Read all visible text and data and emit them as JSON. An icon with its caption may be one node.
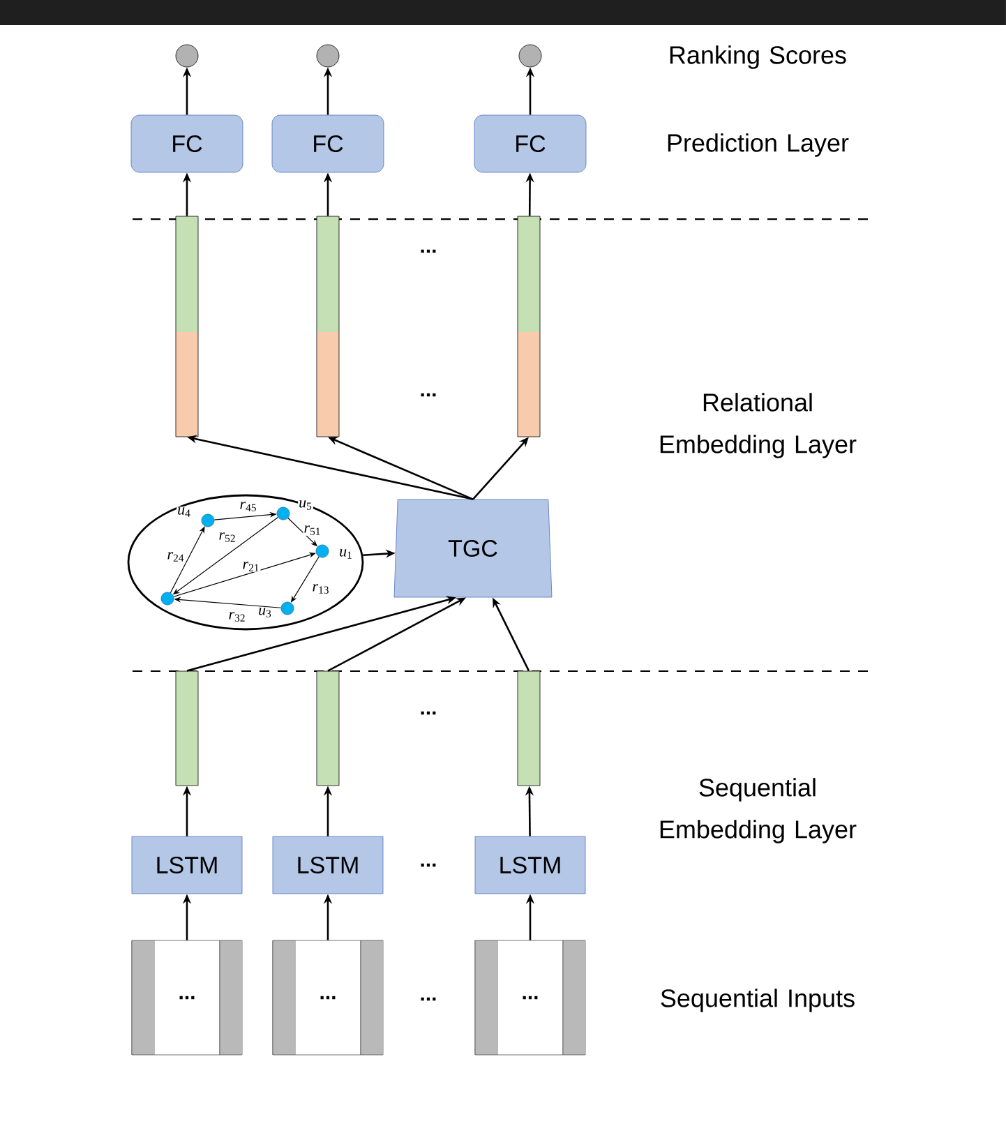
{
  "diagram": {
    "nodes": [
      {
        "text": [],
        "shape": "circle"
      },
      {
        "text": [],
        "shape": "circle"
      },
      {
        "text": [],
        "shape": "circle"
      },
      {
        "text": [
          "FC"
        ]
      },
      {
        "text": [
          "FC"
        ]
      },
      {
        "text": [
          "FC"
        ]
      },
      {
        "text": [],
        "shape": "bar"
      },
      {
        "text": [],
        "shape": "bar"
      },
      {
        "text": [],
        "shape": "bar"
      },
      {
        "text": [
          "TGC"
        ]
      },
      {
        "text": [],
        "shape": "ellipse"
      },
      {
        "text": [],
        "shape": "circle",
        "in": 10,
        "beside": [
          "*u*$_{4}$"
        ]
      },
      {
        "text": [],
        "shape": "circle",
        "in": 10,
        "beside": [
          "*u*$_{5}$"
        ]
      },
      {
        "text": [],
        "shape": "circle",
        "in": 10,
        "beside": [
          "*u*$_{1}$"
        ]
      },
      {
        "text": [],
        "shape": "circle",
        "in": 10
      },
      {
        "text": [],
        "shape": "circle",
        "in": 10,
        "beside": [
          "*u*$_{3}$"
        ]
      },
      {
        "text": [],
        "shape": "bar"
      },
      {
        "text": [],
        "shape": "bar"
      },
      {
        "text": [],
        "shape": "bar"
      },
      {
        "text": [
          "LSTM"
        ]
      },
      {
        "text": [
          "LSTM"
        ]
      },
      {
        "text": [
          "LSTM"
        ]
      },
      {
        "text": [
          "..."
        ]
      },
      {
        "text": [
          "..."
        ]
      },
      {
        "text": [
          "..."
        ]
      }
    ],
    "edges": [
      {
        "from": 3,
        "to": 0,
        "arrow": "to"
      },
      {
        "from": 4,
        "to": 1,
        "arrow": "to"
      },
      {
        "from": 5,
        "to": 2,
        "arrow": "to"
      },
      {
        "from": 6,
        "to": 3,
        "arrow": "to"
      },
      {
        "from": 7,
        "to": 4,
        "arrow": "to"
      },
      {
        "from": 8,
        "to": 5,
        "arrow": "to"
      },
      {
        "from": 9,
        "to": 6,
        "arrow": "to"
      },
      {
        "from": 9,
        "to": 7,
        "arrow": "to"
      },
      {
        "from": 9,
        "to": 8,
        "arrow": "to"
      },
      {
        "from": 10,
        "to": 9,
        "arrow": "to"
      },
      {
        "from": 11,
        "to": 12,
        "arrow": "to",
        "label": "*r*$_{45}$"
      },
      {
        "from": 12,
        "to": 13,
        "arrow": "to",
        "label": "*r*$_{51}$"
      },
      {
        "from": 12,
        "to": 14,
        "arrow": "to",
        "label": "*r*$_{52}$"
      },
      {
        "from": 14,
        "to": 13,
        "arrow": "to",
        "label": "*r*$_{21}$"
      },
      {
        "from": 14,
        "to": 11,
        "arrow": "to",
        "label": "*r*$_{24}$"
      },
      {
        "from": 13,
        "to": 15,
        "arrow": "to",
        "label": "*r*$_{13}$"
      },
      {
        "from": 15,
        "to": 14,
        "arrow": "to",
        "label": "*r*$_{32}$"
      },
      {
        "from": 16,
        "to": 9,
        "arrow": "to"
      },
      {
        "from": 17,
        "to": 9,
        "arrow": "to"
      },
      {
        "from": 18,
        "to": 9,
        "arrow": "to"
      },
      {
        "from": 19,
        "to": 16,
        "arrow": "to"
      },
      {
        "from": 20,
        "to": 17,
        "arrow": "to"
      },
      {
        "from": 21,
        "to": 18,
        "arrow": "to"
      },
      {
        "from": 22,
        "to": 19,
        "arrow": "to"
      },
      {
        "from": 23,
        "to": 20,
        "arrow": "to"
      },
      {
        "from": 24,
        "to": 21,
        "arrow": "to"
      }
    ],
    "labels": [
      "Ranking Scores",
      "Prediction Layer",
      "...",
      "...",
      "Relational Embedding Layer",
      "...",
      "Sequential Embedding Layer",
      "...",
      "...",
      "Sequential Inputs"
    ]
  }
}
